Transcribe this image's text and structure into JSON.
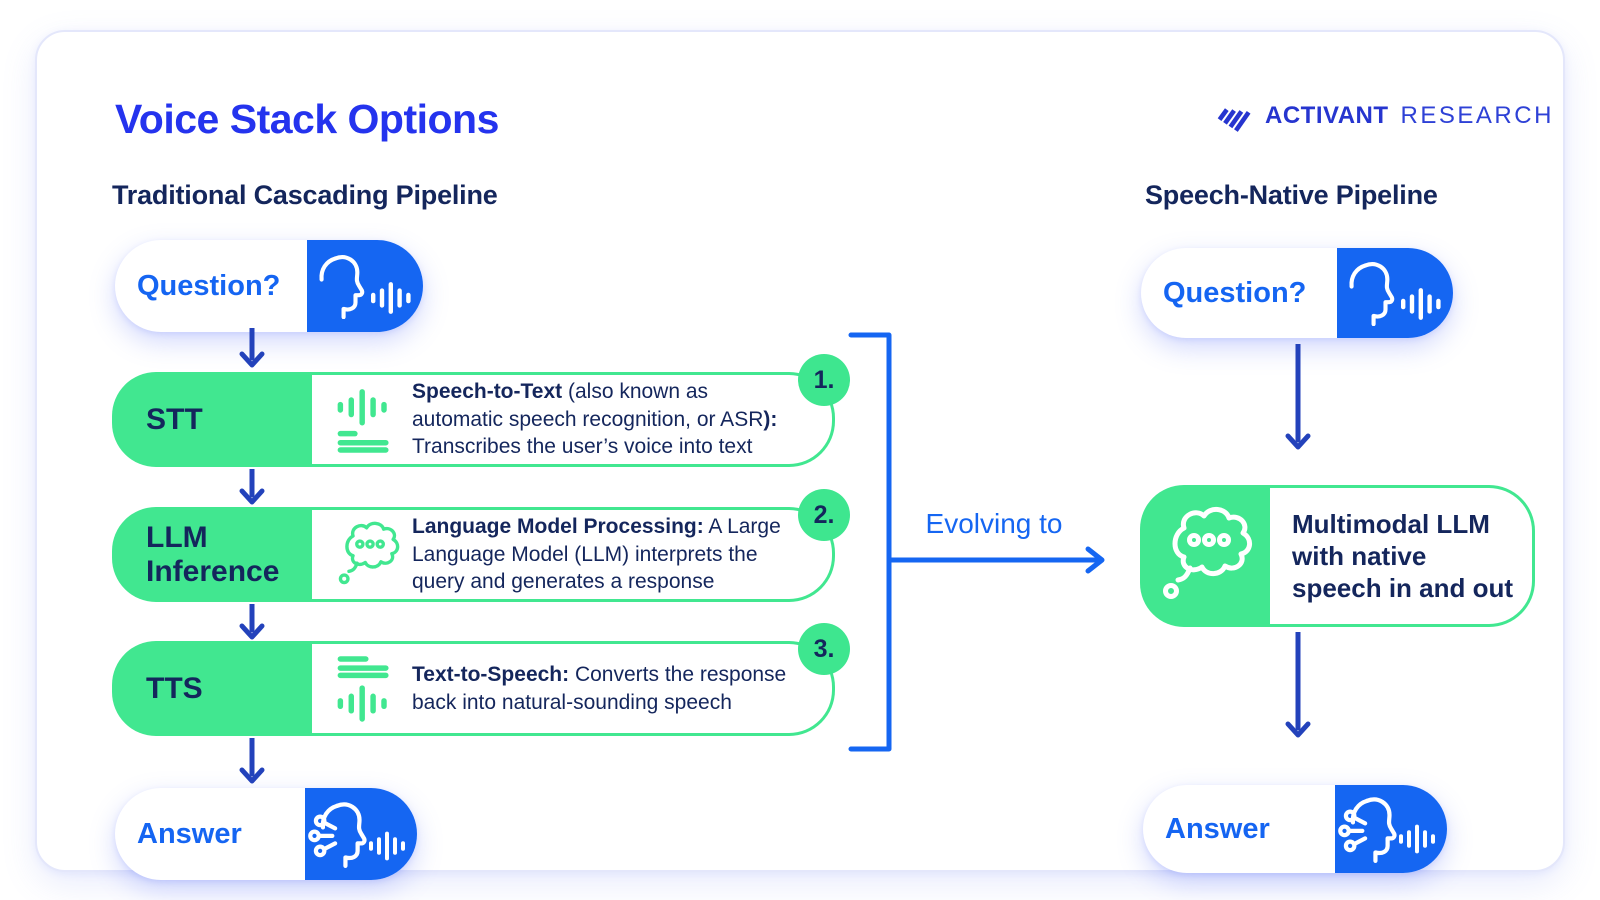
{
  "card": {
    "title": "Voice Stack Options"
  },
  "logo": {
    "icon": "activant-wing-icon",
    "name": "ACTIVANT",
    "suffix": "RESEARCH"
  },
  "left_pipeline": {
    "heading": "Traditional Cascading Pipeline",
    "input": {
      "label": "Question?",
      "icon": "speaking-face-icon"
    },
    "steps": [
      {
        "number": "1.",
        "name": "STT",
        "icon": "speech-to-text-icon",
        "bold_lead": "Speech-to-Text",
        "text_mid": " (also known as automatic speech recognition, or ASR",
        "bold_mid": "):",
        "text_rest": " Transcribes the user’s voice into text"
      },
      {
        "number": "2.",
        "name": "LLM Inference",
        "icon": "thought-bubble-icon",
        "bold_lead": "Language Model Processing:",
        "text_mid": " A Large Language Model (LLM) interprets the query and generates a response",
        "bold_mid": "",
        "text_rest": ""
      },
      {
        "number": "3.",
        "name": "TTS",
        "icon": "text-to-speech-icon",
        "bold_lead": "Text-to-Speech:",
        "text_mid": " Converts the response back into natural-sounding speech",
        "bold_mid": "",
        "text_rest": ""
      }
    ],
    "output": {
      "label": "Answer",
      "icon": "ai-head-icon"
    }
  },
  "transition": {
    "label": "Evolving to"
  },
  "right_pipeline": {
    "heading": "Speech-Native Pipeline",
    "input": {
      "label": "Question?",
      "icon": "speaking-face-icon"
    },
    "core": {
      "icon": "thought-bubble-icon",
      "lines": [
        "Multimodal LLM",
        "with native",
        "speech in and out"
      ]
    },
    "output": {
      "label": "Answer",
      "icon": "ai-head-icon"
    }
  },
  "colors": {
    "accent_blue": "#1566f2",
    "title_blue": "#2433ee",
    "navy": "#14265c",
    "green": "#41e790",
    "arrow_blue": "#2342bb",
    "logo_blue": "#2635cf"
  }
}
